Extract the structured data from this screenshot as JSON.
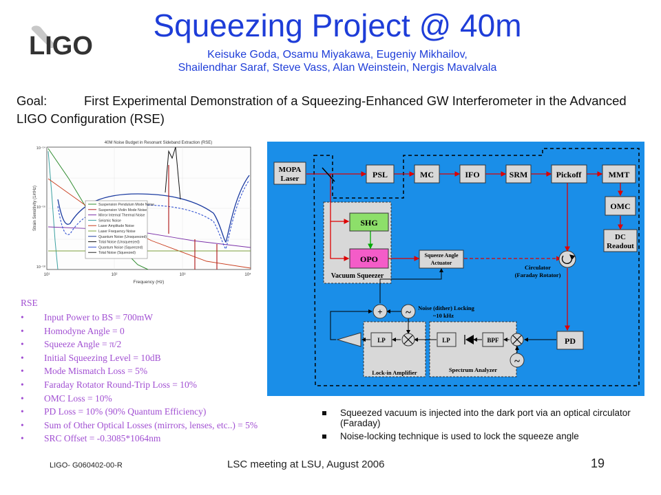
{
  "header": {
    "logo_text": "LIGO",
    "title": "Squeezing Project @ 40m",
    "authors_line1": "Keisuke Goda, Osamu Miyakawa, Eugeniy Mikhailov,",
    "authors_line2": "Shailendhar Saraf, Steve Vass, Alan Weinstein, Nergis Mavalvala"
  },
  "goal": {
    "label": "Goal:",
    "text": "First Experimental Demonstration of a Squeezing-Enhanced GW Interferometer in the Advanced LIGO Configuration (RSE)"
  },
  "noise_plot": {
    "title": "40M Noise Budget in Resonant Sideband Extraction (RSE)",
    "ylabel": "Strain Sensitivity (1/rtHz)",
    "xlabel": "Frequency (Hz)",
    "legend": [
      "Suspension Pendulum Mode Noise",
      "Suspension Violin Mode Noise",
      "Mirror Internal Thermal Noise",
      "Seismic Noise",
      "Laser Amplitude Noise",
      "Laser Frequency Noise",
      "Quantum Noise (Unsqueezed)",
      "Total Noise (Unsqueezed)",
      "Quantum Noise (Squeezed)",
      "Total Noise (Squeezed)"
    ],
    "legend_colors": [
      "#2e8b2e",
      "#b22222",
      "#7a2fa8",
      "#3aa0a0",
      "#c83a1a",
      "#7aa03a",
      "#1a3aa0",
      "#111111",
      "#3050d0",
      "#222222"
    ],
    "xticks": [
      "10¹",
      "10²",
      "10³",
      "10⁴"
    ],
    "yticks": [
      "10⁻¹⁴",
      "10⁻¹⁶",
      "10⁻¹⁸"
    ],
    "text_color": "#333333"
  },
  "specs": {
    "header": "RSE",
    "bullet": "•",
    "items": [
      "Input Power to BS = 700mW",
      "Homodyne Angle = 0",
      "Squeeze Angle = π/2",
      "Initial Squeezing Level = 10dB",
      "Mode Mismatch Loss = 5%",
      "Faraday Rotator Round-Trip Loss = 10%",
      "OMC Loss = 10%",
      "PD Loss = 10% (90% Quantum Efficiency)",
      "Sum of Other Optical Losses (mirrors, lenses, etc..) = 5%",
      "SRC Offset = -0.3085*1064nm"
    ]
  },
  "diagram": {
    "bg_color": "#1a8ee8",
    "mopa": "MOPA",
    "laser": "Laser",
    "psl": "PSL",
    "mc": "MC",
    "ifo": "IFO",
    "srm": "SRM",
    "pickoff": "Pickoff",
    "mmt": "MMT",
    "omc": "OMC",
    "dc": "DC",
    "readout": "Readout",
    "shg": "SHG",
    "opo": "OPO",
    "vacuum_squeezer": "Vacuum Squeezer",
    "actuator_line1": "Squeeze Angle",
    "actuator_line2": "Actuator",
    "circulator_line1": "Circulator",
    "circulator_line2": "(Faraday Rotator)",
    "dither_line1": "Noise (dither) Locking",
    "dither_line2": "~10 kHz",
    "plus": "+",
    "tilde": "~",
    "lp": "LP",
    "bpf": "BPF",
    "pd": "PD",
    "lockin": "Lock-in Amplifier",
    "spectrum": "Spectrum Analyzer"
  },
  "bullets": [
    "Squeezed vacuum is injected into the dark port via an optical circulator (Faraday)",
    "Noise-locking technique is used to lock the squeeze angle"
  ],
  "footer": {
    "doc_id": "LIGO- G060402-00-R",
    "meeting": "LSC meeting at LSU, August 2006",
    "page": "19"
  }
}
